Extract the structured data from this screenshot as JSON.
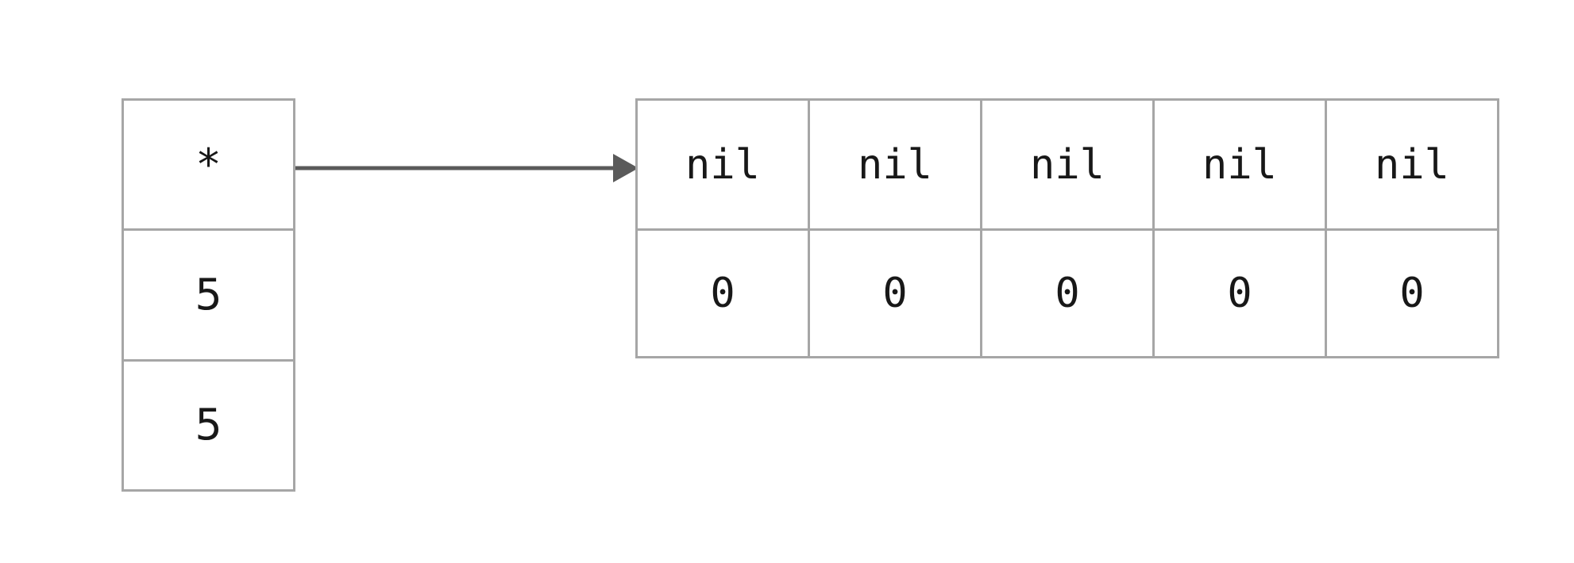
{
  "diagram": {
    "kind": "slice-header-and-backing-array",
    "background_color": "#ffffff",
    "border_color": "#a6a6a6",
    "text_color": "#181818",
    "arrow_color": "#5a5a5a"
  },
  "slice_header": {
    "name": "slice-header-box",
    "cells": [
      {
        "name": "pointer-field",
        "value": "*"
      },
      {
        "name": "length-field",
        "value": "5"
      },
      {
        "name": "capacity-field",
        "value": "5"
      }
    ]
  },
  "pointer_arrow": {
    "name": "pointer-arrow",
    "from": "slice-header-pointer-field",
    "to": "backing-array-first-element",
    "color": "#5a5a5a"
  },
  "backing_array": {
    "name": "backing-array-table",
    "columns": 5,
    "rows": [
      {
        "name": "element-values-row",
        "cells": [
          "nil",
          "nil",
          "nil",
          "nil",
          "nil"
        ]
      },
      {
        "name": "element-counts-row",
        "cells": [
          "0",
          "0",
          "0",
          "0",
          "0"
        ]
      }
    ]
  }
}
